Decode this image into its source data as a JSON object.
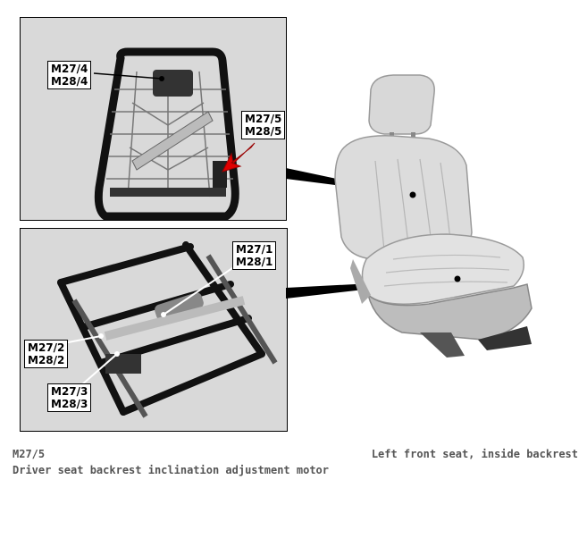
{
  "top_panel": {
    "callouts": [
      {
        "lines": [
          "M27/4",
          "M28/4"
        ]
      },
      {
        "lines": [
          "M27/5",
          "M28/5"
        ]
      }
    ]
  },
  "bottom_panel": {
    "callouts": [
      {
        "lines": [
          "M27/1",
          "M28/1"
        ]
      },
      {
        "lines": [
          "M27/2",
          "M28/2"
        ]
      },
      {
        "lines": [
          "M27/3",
          "M28/3"
        ]
      }
    ]
  },
  "caption": {
    "code": "M27/5",
    "description": "Driver seat backrest inclination adjustment motor",
    "location": "Left front seat, inside backrest"
  },
  "colors": {
    "panel_bg": "#d9d9d9",
    "arrow": "#e00000",
    "caption_text": "#555555"
  }
}
